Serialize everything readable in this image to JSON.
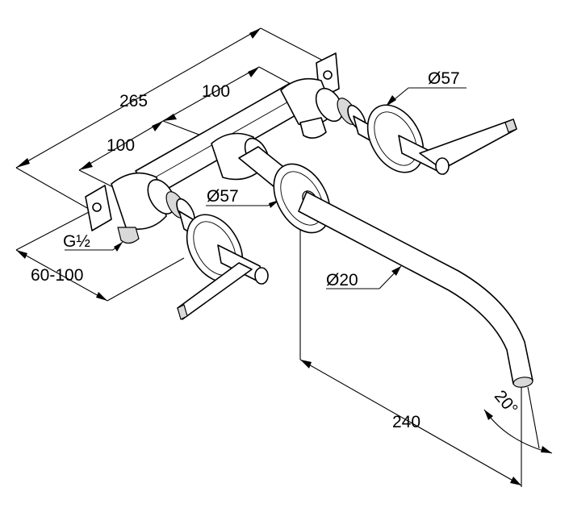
{
  "labels": {
    "overall_width": "265",
    "spacing_right": "100",
    "spacing_left": "100",
    "rosette_diameter_right": "Ø57",
    "rosette_diameter_center": "Ø57",
    "connection_thread": "G½",
    "wall_depth": "60-100",
    "spout_diameter": "Ø20",
    "spout_reach": "240",
    "spout_angle": "20°"
  }
}
